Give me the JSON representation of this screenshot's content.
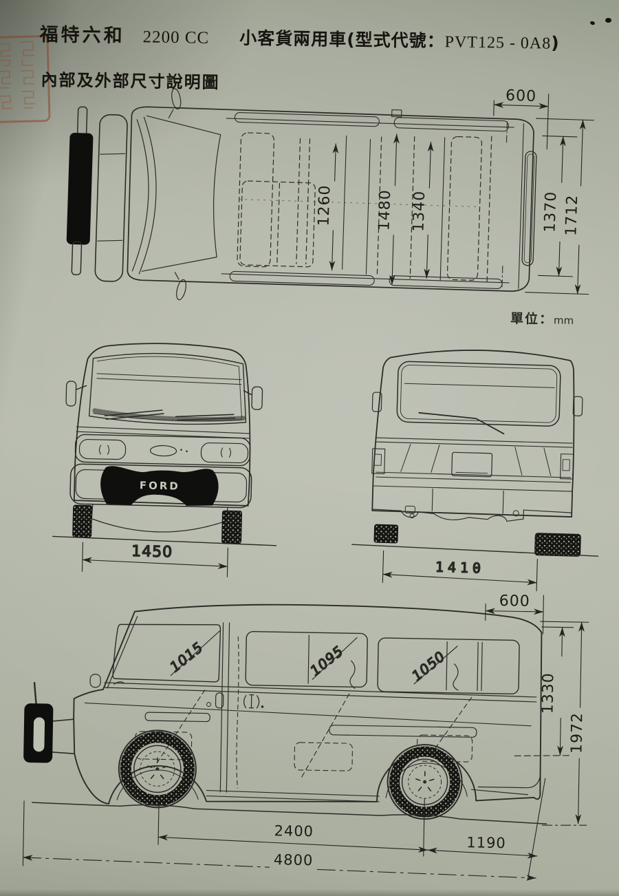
{
  "document": {
    "title_maker": "福特六和",
    "title_engine": "2200 CC",
    "title_model_prefix": "小客貨兩用車(型式代號：",
    "title_model_code": "PVT125 - 0A8",
    "title_model_suffix": ")",
    "subtitle": "內部及外部尺寸說明圖",
    "unit_label": "單位：",
    "unit_value": "mm"
  },
  "branding": {
    "front_logo": "FORD"
  },
  "dimensions": {
    "top_view": {
      "rear_section_length": "600",
      "interior_width_front": "1260",
      "interior_width_middle": "1480",
      "interior_width_rear": "1340",
      "body_width": "1370",
      "overall_width_mirrors": "1712"
    },
    "front_view": {
      "front_track": "1450"
    },
    "rear_view": {
      "rear_track": "1410"
    },
    "side_view": {
      "rear_section_length": "600",
      "front_door_window": "1015",
      "middle_window": "1095",
      "rear_window": "1050",
      "cabin_height": "1330",
      "overall_height": "1972",
      "wheelbase": "2400",
      "rear_overhang": "1190",
      "overall_length": "4800"
    }
  }
}
